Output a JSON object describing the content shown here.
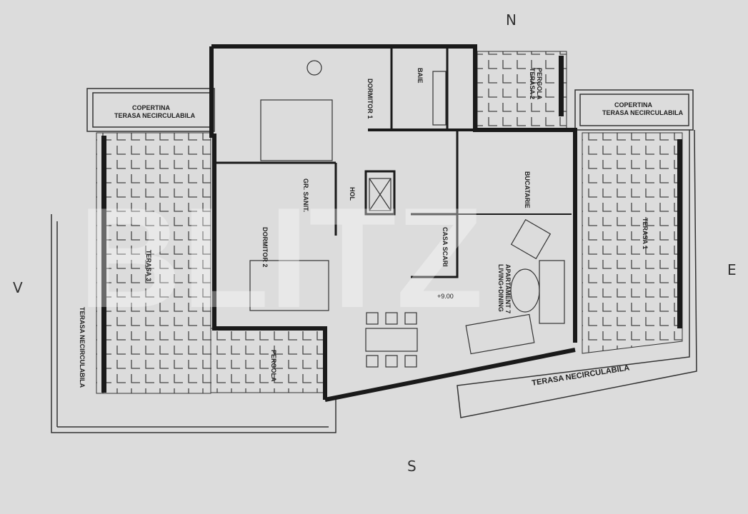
{
  "compass": {
    "north": "N",
    "east": "E",
    "south": "S",
    "west": "V"
  },
  "elevation": "+9.00",
  "rooms": {
    "copertina_left": {
      "line1": "COPERTINA",
      "line2": "TERASA NECIRCULABILA"
    },
    "copertina_right": {
      "line1": "COPERTINA",
      "line2": "TERASA NECIRCULABILA"
    },
    "dormitor1": "DORMITOR 1",
    "baie": "BAIE",
    "pergola_terasa2": {
      "line1": "PERGOLA",
      "line2": "TERASA 2"
    },
    "bucatarie": "BUCATARIE",
    "hol": "HOL",
    "gr_sanit": "GR. SANIT.",
    "dormitor2": "DORMITOR 2",
    "casa_scari": "CASA SCARI",
    "living": {
      "line1": "APARTAMENT 7",
      "line2": "LIVING+DINING"
    },
    "terasa1": "TERASA 1",
    "terasa3": "TERASA 3",
    "terasa_necirc_left": "TERASA NECIRCULABILA",
    "terasa_necirc_bottom": "TERASA NECIRCULABILA",
    "pergola": "PERGOLA"
  },
  "colors": {
    "paper": "#dcdcdc",
    "wall": "#1a1a1a",
    "line": "#333333"
  }
}
